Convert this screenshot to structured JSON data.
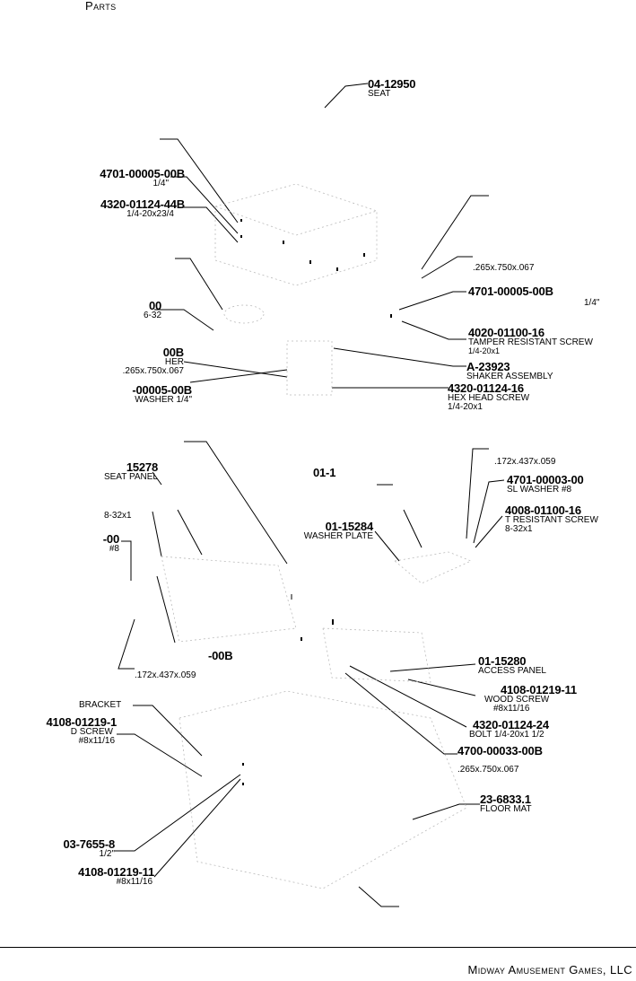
{
  "header": {
    "section": "Parts"
  },
  "footer": {
    "company": "Midway Amusement Games, LLC"
  },
  "labels": {
    "seat": {
      "pn": "04-12950",
      "desc": "SEAT"
    },
    "washer_a": {
      "pn": "4701-00005-00B",
      "desc": "1/4\""
    },
    "bolt_a": {
      "pn": "4320-01124-44B",
      "desc": "1/4-20x23/4"
    },
    "spacer_r": {
      "desc": ".265x.750x.067"
    },
    "washer_r": {
      "pn": "4701-00005-00B",
      "desc": "1/4\""
    },
    "partial_00": {
      "pn": "00",
      "desc": "6-32"
    },
    "tamper_screw": {
      "pn": "4020-01100-16",
      "desc": "TAMPER RESISTANT SCREW",
      "desc2": "1/4-20x1"
    },
    "washer_00b": {
      "pn": "00B",
      "desc": "HER",
      "desc2": ".265x.750x.067"
    },
    "shaker": {
      "pn": "A-23923",
      "desc": "SHAKER ASSEMBLY"
    },
    "washer_b": {
      "pn": "-00005-00B",
      "desc": "WASHER 1/4\""
    },
    "hex_screw": {
      "pn": "4320-01124-16",
      "desc": "HEX HEAD SCREW",
      "desc2": "1/4-20x1"
    },
    "seat_panel": {
      "pn": "15278",
      "desc": "SEAT PANEL"
    },
    "partial_01": {
      "pn": "01-1"
    },
    "spacer_small_r": {
      "desc": ".172x.437x.059"
    },
    "sl_washer": {
      "pn": "4701-00003-00",
      "desc": "SL WASHER #8"
    },
    "t_screw": {
      "pn": "4008-01100-16",
      "desc": "T RESISTANT SCREW",
      "desc2": "8-32x1"
    },
    "partial_832": {
      "desc": "8-32x1"
    },
    "washer_plate": {
      "pn": "01-15284",
      "desc": "WASHER PLATE"
    },
    "partial_00c": {
      "pn": "-00",
      "desc": "#8"
    },
    "partial_00b2": {
      "pn": "-00B",
      "desc": ".172x.437x.059"
    },
    "access_panel": {
      "pn": "01-15280",
      "desc": "ACCESS PANEL"
    },
    "wood_screw_r": {
      "pn": "4108-01219-11",
      "desc": "WOOD SCREW",
      "desc2": "#8x11/16"
    },
    "bracket": {
      "desc": "BRACKET"
    },
    "wood_screw_l": {
      "pn": "4108-01219-1",
      "desc": "D SCREW",
      "desc2": "#8x11/16"
    },
    "bolt_b": {
      "pn": "4320-01124-24",
      "desc": "BOLT 1/4-20x1 1/2"
    },
    "washer_c": {
      "pn": "4700-00033-00B",
      "desc": ".265x.750x.067"
    },
    "floor_mat": {
      "pn": "23-6833.1",
      "desc": "FLOOR MAT"
    },
    "part_03": {
      "pn": "03-7655-8",
      "desc": "1/2\""
    },
    "wood_screw_b": {
      "pn": "4108-01219-11",
      "desc": "#8x11/16"
    }
  }
}
